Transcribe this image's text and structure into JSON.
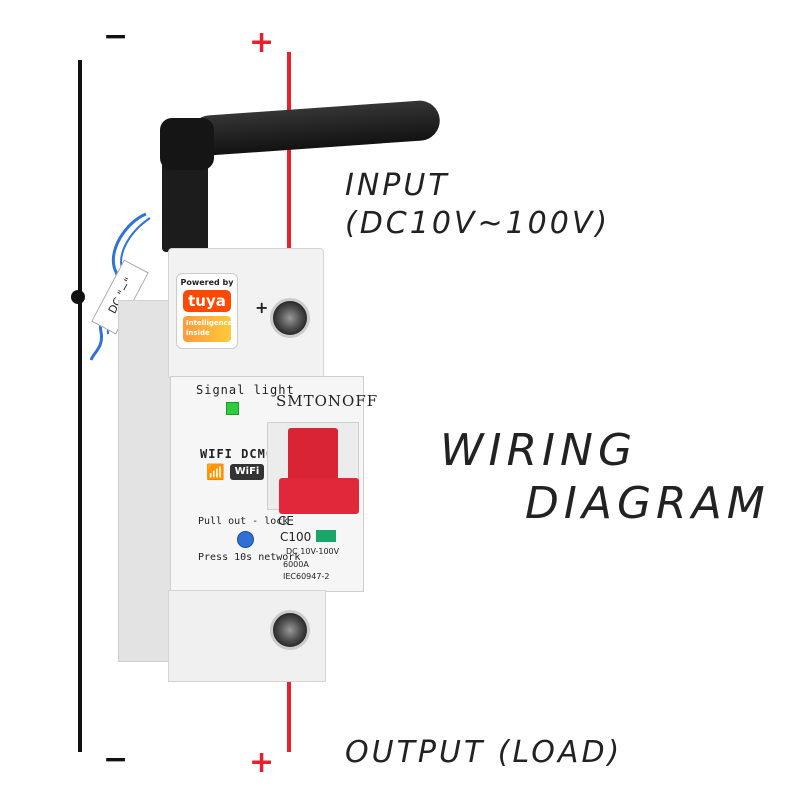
{
  "polarity": {
    "top_left": "−",
    "top_right": "+",
    "bottom_left": "−",
    "bottom_right": "+"
  },
  "labels": {
    "input_line1": "INPUT",
    "input_line2": "(DC10V~100V)",
    "title_line1": "WIRING",
    "title_line2": "DIAGRAM",
    "output": "OUTPUT (LOAD)"
  },
  "device": {
    "tuya_powered": "Powered by",
    "tuya_logo": "tuya",
    "tuya_intelligence": "Intelligence inside",
    "signal_light": "Signal light",
    "brand": "SMTONOFF",
    "wifi_dcmcb": "WIFI DCMCB",
    "wifi_badge": "WiFi",
    "pull_out_lock": "Pull out - lock",
    "press_network": "Press 10s network",
    "ce": "CE",
    "rating": "C100",
    "spec_line1": "DC 10V-100V",
    "spec_line2": "6000A",
    "spec_line3": "IEC60947-2",
    "dc_tag": "DC \"−\""
  },
  "colors": {
    "negative_wire": "#111111",
    "positive_wire": "#e8202a",
    "handle": "#e0283a",
    "signal_led": "#2ecc40",
    "tuya_orange": "#ff4800"
  }
}
